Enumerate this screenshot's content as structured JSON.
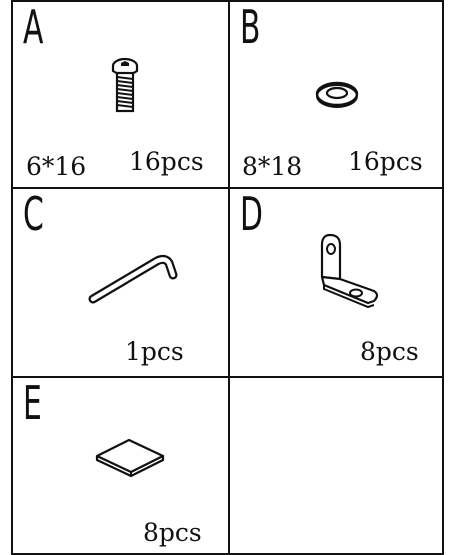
{
  "parts": [
    {
      "letter": "A",
      "size": "6*16",
      "qty": "16pcs",
      "icon": "hex-socket-bolt-icon"
    },
    {
      "letter": "B",
      "size": "8*18",
      "qty": "16pcs",
      "icon": "flat-washer-icon"
    },
    {
      "letter": "C",
      "size": "",
      "qty": "1pcs",
      "icon": "hex-key-icon"
    },
    {
      "letter": "D",
      "size": "",
      "qty": "8pcs",
      "icon": "l-bracket-icon"
    },
    {
      "letter": "E",
      "size": "",
      "qty": "8pcs",
      "icon": "square-pad-icon"
    }
  ]
}
